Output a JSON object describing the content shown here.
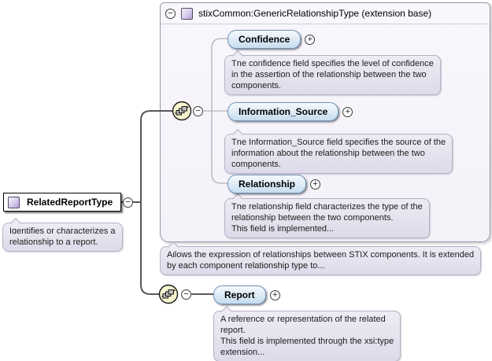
{
  "icons": {
    "plus": "+",
    "minus": "−"
  },
  "colors": {
    "pill_border": "#6e93ba",
    "pill_fill": "#d8e8f5",
    "doc_fill": "#e6e2ef",
    "box_fill": "#f6f3f9",
    "sequence_fill": "#f8f4cf",
    "ctype_icon": "#b2a0d8",
    "connector_dark": "#585858",
    "connector_light": "#b3b0bc"
  },
  "root": {
    "label": "RelatedReportType",
    "doc": "Identifies or characterizes a\nrelationship to a report."
  },
  "extension": {
    "title": "stixCommon:GenericRelationshipType (extension base)",
    "doc": "Allows the expression of relationships between STIX components. It is extended\nby each component relationship type to...",
    "children": [
      {
        "label": "Confidence",
        "doc": "The confidence field specifies the level of confidence\nin the assertion of the relationship between the two\ncomponents."
      },
      {
        "label": "Information_Source",
        "doc": "The Information_Source field specifies the source of the\ninformation about the relationship between the two\ncomponents."
      },
      {
        "label": "Relationship",
        "doc": "The relationship field characterizes the type of the\nrelationship between the two components.\nThis field is implemented..."
      }
    ]
  },
  "report": {
    "label": "Report",
    "doc": "A reference or representation of the related\nreport.\nThis field is implemented through the xsi:type\nextension..."
  }
}
